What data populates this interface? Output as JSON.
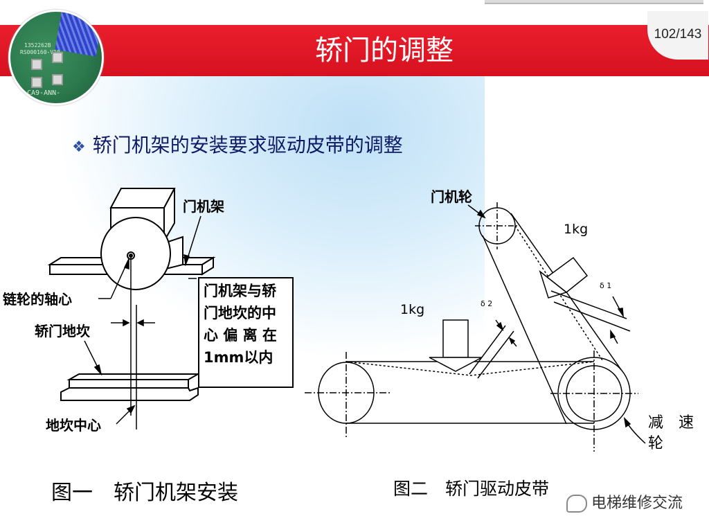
{
  "slide": {
    "title": "轿门的调整",
    "page_number": "102/143"
  },
  "photo": {
    "board_lines": [
      "1352262B",
      "RS000160-V10",
      "CA9-ANN-"
    ]
  },
  "bullet": {
    "icon": "diamond-bullet-icon",
    "text": "轿门机架的安装要求驱动皮带的调整"
  },
  "figure1": {
    "label_door_frame": "门机架",
    "label_sprocket_axis": "链轮的轴心",
    "label_car_sill": "轿门地坎",
    "label_sill_center": "地坎中心",
    "note_lines": [
      "门机架与轿",
      "门地坎的中",
      "心 偏 离 在",
      "1mm以内"
    ],
    "caption": "图一　轿门机架安装"
  },
  "figure2": {
    "label_door_pulley": "门机轮",
    "label_weight_top": "1kg",
    "label_weight_left": "1kg",
    "label_delta1": "δ 1",
    "label_delta2": "δ 2",
    "label_reducer_1": "减　速",
    "label_reducer_2": "轮",
    "caption": "图二　轿门驱动皮带"
  },
  "watermark": {
    "icon": "wechat-icon",
    "text": "电梯维修交流"
  }
}
